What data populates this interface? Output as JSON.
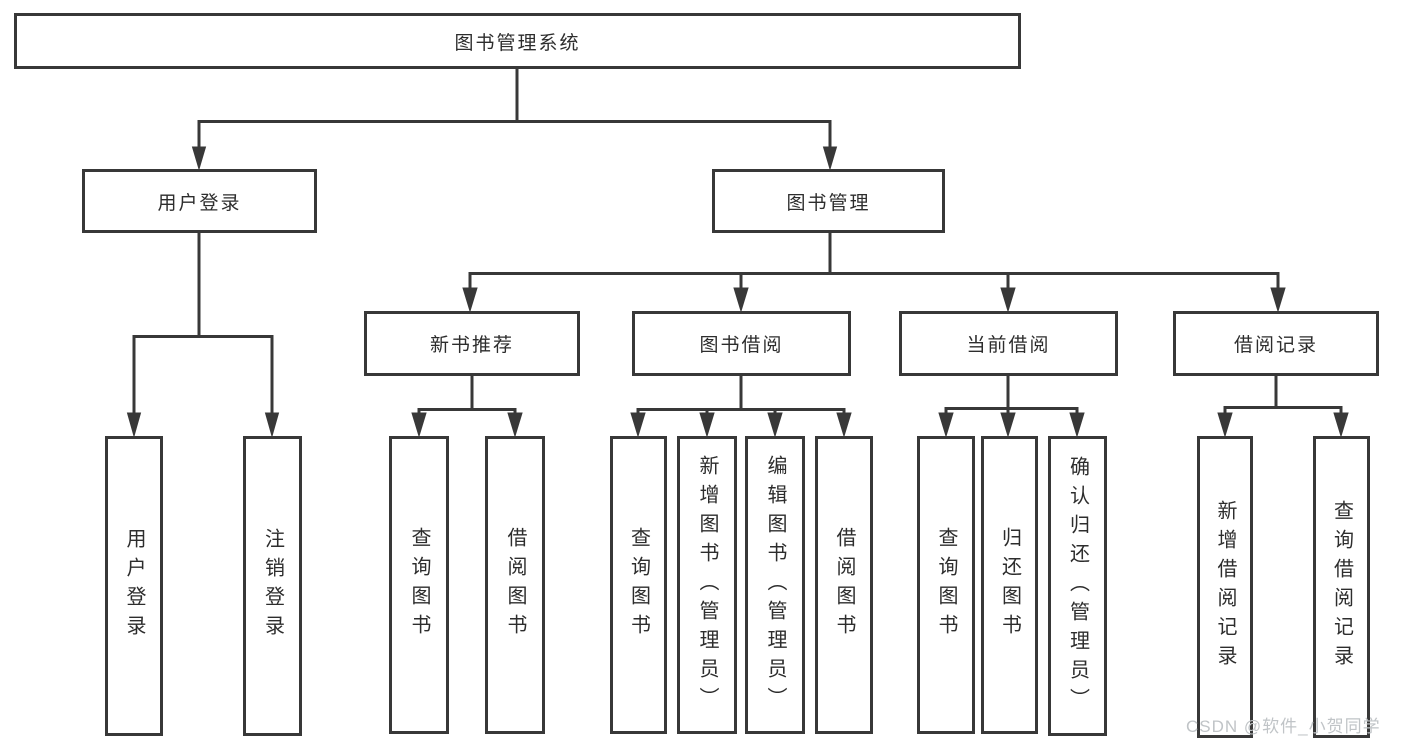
{
  "diagram": {
    "type": "hierarchy-tree",
    "nodes": {
      "root": "图书管理系统",
      "user_login": "用户登录",
      "book_management": "图书管理",
      "new_book_recommend": "新书推荐",
      "book_borrow": "图书借阅",
      "current_borrow": "当前借阅",
      "borrow_records": "借阅记录",
      "user_login_action": "用户登录",
      "logout_action": "注销登录",
      "recommend_query_book": "查询图书",
      "recommend_borrow_book": "借阅图书",
      "borrow_query_book": "查询图书",
      "borrow_add_book": "新增图书（管理员）",
      "borrow_edit_book": "编辑图书（管理员）",
      "borrow_borrow_book": "借阅图书",
      "current_query_book": "查询图书",
      "current_return_book": "归还图书",
      "current_confirm_return": "确认归还（管理员）",
      "records_add_record": "新增借阅记录",
      "records_query_record": "查询借阅记录"
    },
    "hierarchy": [
      {
        "parent": "root",
        "children": [
          "user_login",
          "book_management"
        ]
      },
      {
        "parent": "user_login",
        "children": [
          "user_login_action",
          "logout_action"
        ]
      },
      {
        "parent": "book_management",
        "children": [
          "new_book_recommend",
          "book_borrow",
          "current_borrow",
          "borrow_records"
        ]
      },
      {
        "parent": "new_book_recommend",
        "children": [
          "recommend_query_book",
          "recommend_borrow_book"
        ]
      },
      {
        "parent": "book_borrow",
        "children": [
          "borrow_query_book",
          "borrow_add_book",
          "borrow_edit_book",
          "borrow_borrow_book"
        ]
      },
      {
        "parent": "current_borrow",
        "children": [
          "current_query_book",
          "current_return_book",
          "current_confirm_return"
        ]
      },
      {
        "parent": "borrow_records",
        "children": [
          "records_add_record",
          "records_query_record"
        ]
      }
    ],
    "colors": {
      "background": "#ffffff",
      "line": "#383838",
      "box_border": "#383838",
      "text": "#2d2d2d",
      "watermark": "#c0c4c7"
    }
  },
  "watermark": "CSDN @软件_小贺同学"
}
